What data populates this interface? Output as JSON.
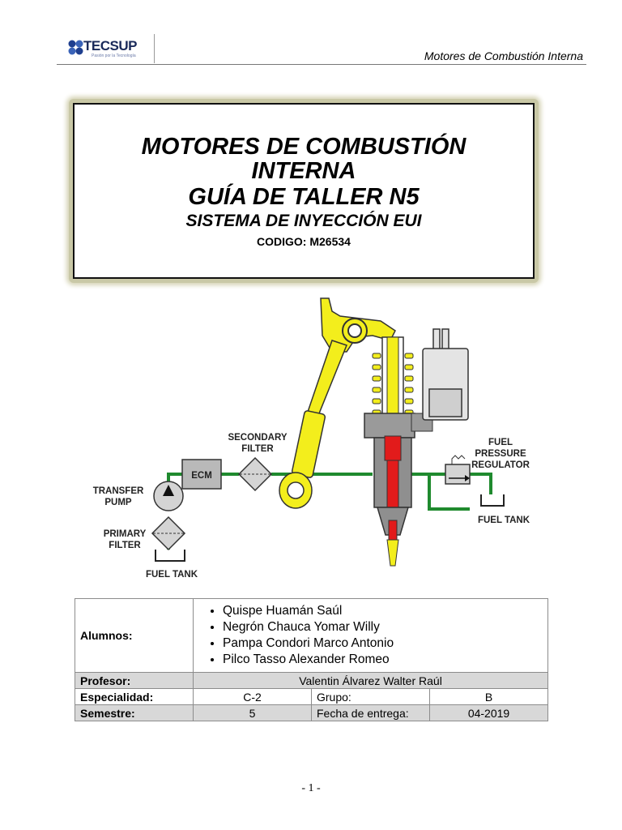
{
  "header": {
    "logo_text": "TECSUP",
    "logo_tagline": "Pasión por la Tecnología",
    "doc_title": "Motores de Combustión Interna"
  },
  "title_block": {
    "line1": "MOTORES DE COMBUSTIÓN",
    "line2": "INTERNA",
    "line3": "GUÍA DE TALLER N5",
    "line4": "SISTEMA DE INYECCIÓN EUI",
    "line5": "CODIGO: M26534"
  },
  "diagram": {
    "labels": {
      "secondary_filter_1": "SECONDARY",
      "secondary_filter_2": "FILTER",
      "ecm": "ECM",
      "transfer_pump_1": "TRANSFER",
      "transfer_pump_2": "PUMP",
      "primary_filter_1": "PRIMARY",
      "primary_filter_2": "FILTER",
      "fuel_tank_left": "FUEL TANK",
      "fuel_pressure_1": "FUEL",
      "fuel_pressure_2": "PRESSURE",
      "fuel_pressure_3": "REGULATOR",
      "fuel_tank_right": "FUEL TANK"
    },
    "colors": {
      "fuel_line": "#1f8a2e",
      "rocker_arm": "#f3ee1c",
      "fuel_high_pressure": "#e21b1b",
      "body": "#8f8f8f"
    }
  },
  "info_table": {
    "students_label": "Alumnos:",
    "students": [
      "Quispe Huamán Saúl",
      "Negrón Chauca Yomar Willy",
      "Pampa Condori Marco Antonio",
      "Pilco Tasso Alexander Romeo"
    ],
    "profesor_label": "Profesor:",
    "profesor_value": "Valentin Álvarez  Walter Raúl",
    "especialidad_label": "Especialidad:",
    "especialidad_value": "C-2",
    "grupo_label": "Grupo:",
    "grupo_value": "B",
    "semestre_label": "Semestre:",
    "semestre_value": "5",
    "fecha_label": "Fecha de entrega:",
    "fecha_value": "04-2019"
  },
  "footer": {
    "page_number": "- 1 -"
  }
}
